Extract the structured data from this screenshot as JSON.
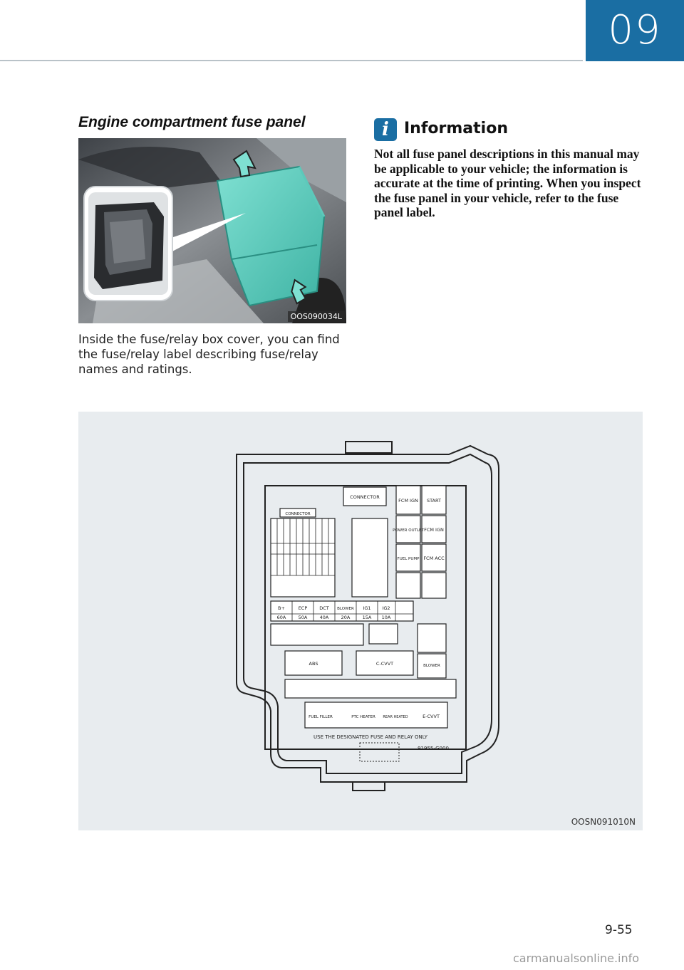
{
  "header": {
    "chapter": "09"
  },
  "left_column": {
    "section_title": "Engine compartment fuse panel",
    "photo_caption": "OOS090034L",
    "body": "Inside the fuse/relay box cover, you can find the fuse/relay label describing fuse/relay names and ratings."
  },
  "information": {
    "heading": "Information",
    "text": "Not all fuse panel descriptions in this manual may be applicable to your vehicle; the information is accurate at the time of printing. When you inspect the fuse panel in your vehicle, refer to the fuse panel label."
  },
  "diagram": {
    "caption": "OOSN091010N",
    "labels": {
      "connector": "CONNECTOR",
      "connector2": "CONNECTOR",
      "fcm_ign": "FCM IGN",
      "start": "START",
      "power_outlet": "POWER OUTLET",
      "fcm_ign2": "FCM IGN",
      "fuel_pump": "FUEL PUMP",
      "fcm_acc": "FCM ACC",
      "b_plus": "B+",
      "ecp": "ECP",
      "dct": "DCT",
      "blower": "BLOWER",
      "ig1": "IG1",
      "ig2": "IG2",
      "ptc_heater": "PTC HEATER",
      "rear_heated": "REAR HEATED",
      "blower2": "BLOWER",
      "abs": "ABS",
      "c_cvvt": "C-CVVT",
      "e_cvvt": "E-CVVT",
      "fuel_filler": "FUEL FILLER",
      "bottom_note": "USE THE DESIGNATED FUSE AND RELAY ONLY",
      "part_code": "91955-G000",
      "amp_10": "10A",
      "amp_15": "15A",
      "amp_20": "20A",
      "amp_40": "40A",
      "amp_50": "50A",
      "amp_60": "60A"
    }
  },
  "footer": {
    "page_number": "9-55",
    "watermark": "carmanualsonline.info"
  }
}
